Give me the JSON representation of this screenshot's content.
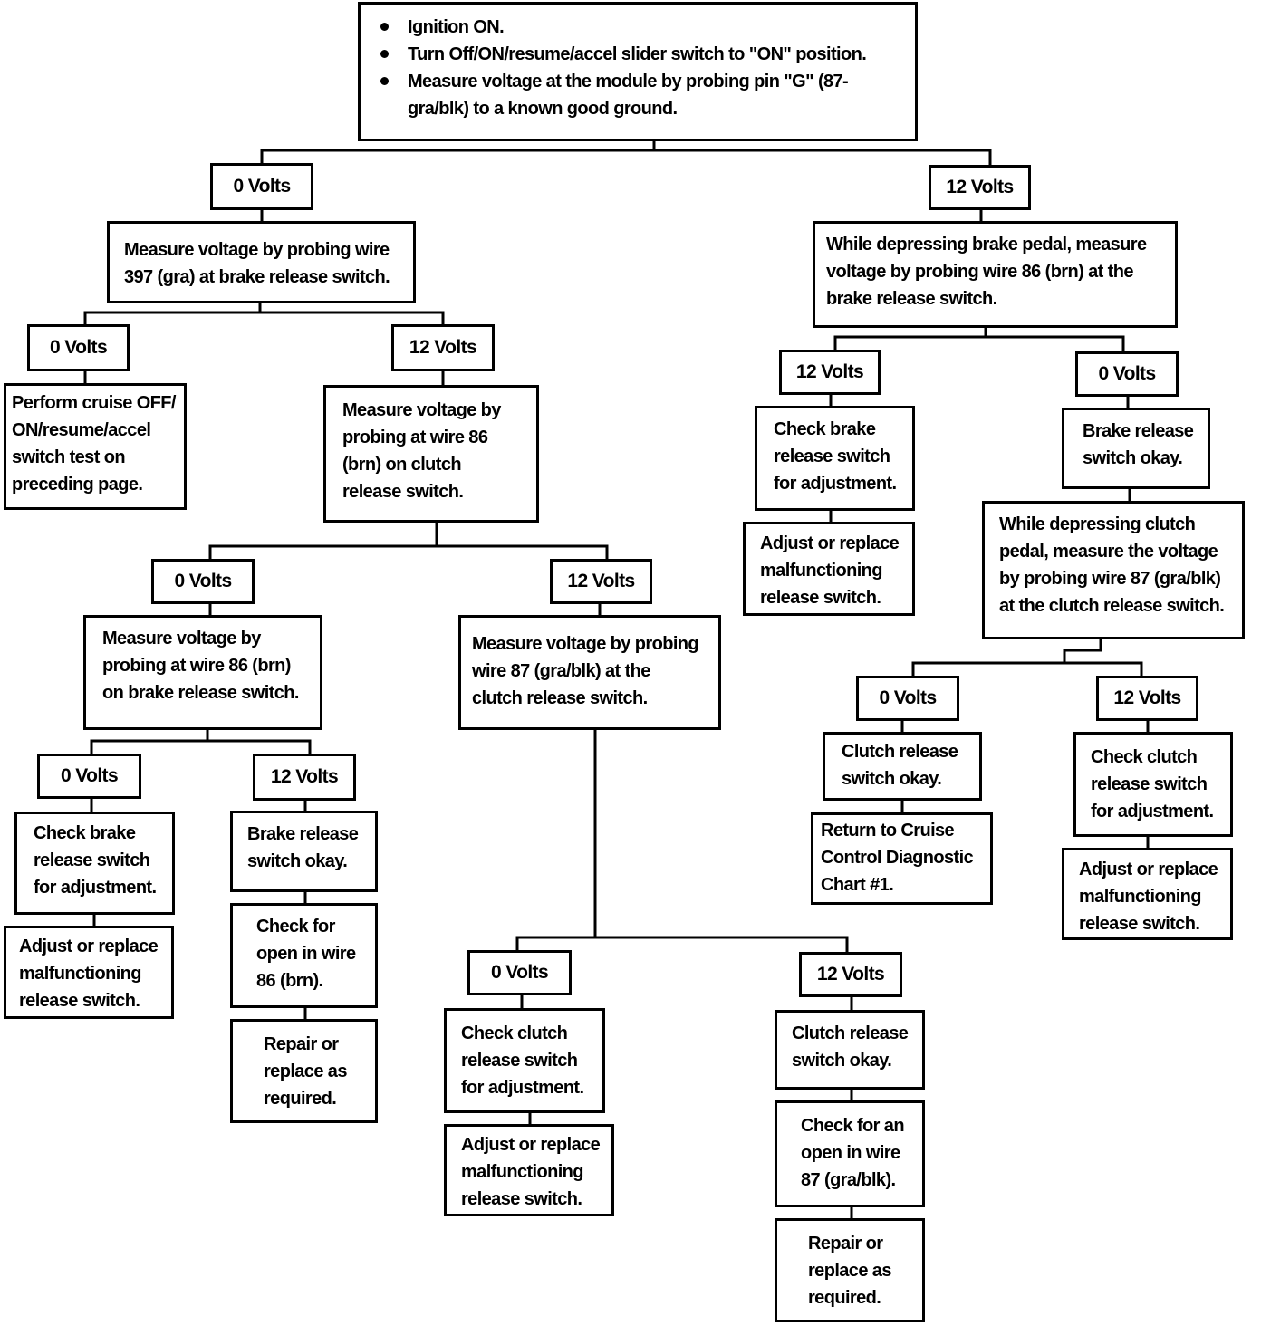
{
  "start": {
    "bullets": [
      "Ignition ON.",
      "Turn Off/ON/resume/accel slider switch to \"ON\" position.",
      "Measure voltage at the module by probing pin \"G\" (87-gra/blk) to a known good ground."
    ]
  },
  "nodes": {
    "l0v": "0 Volts",
    "r12v": "12 Volts",
    "measure_397": "Measure voltage by probing wire 397 (gra) at brake release switch.",
    "brake_pedal_86": "While depressing brake pedal, measure voltage by probing wire 86 (brn) at the brake release switch.",
    "ll0v": "0 Volts",
    "perform_switch_test": "Perform cruise OFF/\nON/resume/accel\nswitch test on\npreceding page.",
    "l12v": "12 Volts",
    "clutch_86": "Measure voltage by\nprobing at wire 86\n(brn) on clutch\nrelease switch.",
    "lm0v": "0 Volts",
    "brake_86": "Measure voltage by\nprobing at wire 86 (brn)\non brake release switch.",
    "lm12v": "12 Volts",
    "clutch_87": "Measure voltage by probing\nwire 87 (gra/blk) at the\nclutch release switch.",
    "a0v": "0 Volts",
    "a_check": "Check brake\nrelease switch\nfor adjustment.",
    "a_adjust": "Adjust or replace\nmalfunctioning\nrelease switch.",
    "b12v": "12 Volts",
    "b_ok": "Brake release\nswitch okay.",
    "b_check_open": "Check for\nopen in wire\n86 (brn).",
    "b_repair": "Repair or\nreplace as\nrequired.",
    "c0v": "0 Volts",
    "c_check": "Check clutch\nrelease switch\nfor adjustment.",
    "c_adjust": "Adjust or replace\nmalfunctioning\nrelease switch.",
    "d12v": "12 Volts",
    "d_ok": "Clutch release\nswitch okay.",
    "d_check_open": "Check for an\nopen in wire\n87 (gra/blk).",
    "d_repair": "Repair or\nreplace as\nrequired.",
    "r_12v": "12 Volts",
    "r_check": "Check brake\nrelease switch\nfor adjustment.",
    "r_adjust": "Adjust or replace\nmalfunctioning\nrelease switch.",
    "r_0v": "0 Volts",
    "r_ok": "Brake release\nswitch okay.",
    "r_clutch_87": "While depressing clutch\npedal, measure the voltage\nby probing wire 87 (gra/blk)\nat the clutch release switch.",
    "e0v": "0 Volts",
    "e_ok": "Clutch release\nswitch okay.",
    "e_return": "Return to Cruise\nControl Diagnostic\nChart #1.",
    "f12v": "12 Volts",
    "f_check": "Check clutch\nrelease switch\nfor adjustment.",
    "f_adjust": "Adjust or replace\nmalfunctioning\nrelease switch."
  }
}
